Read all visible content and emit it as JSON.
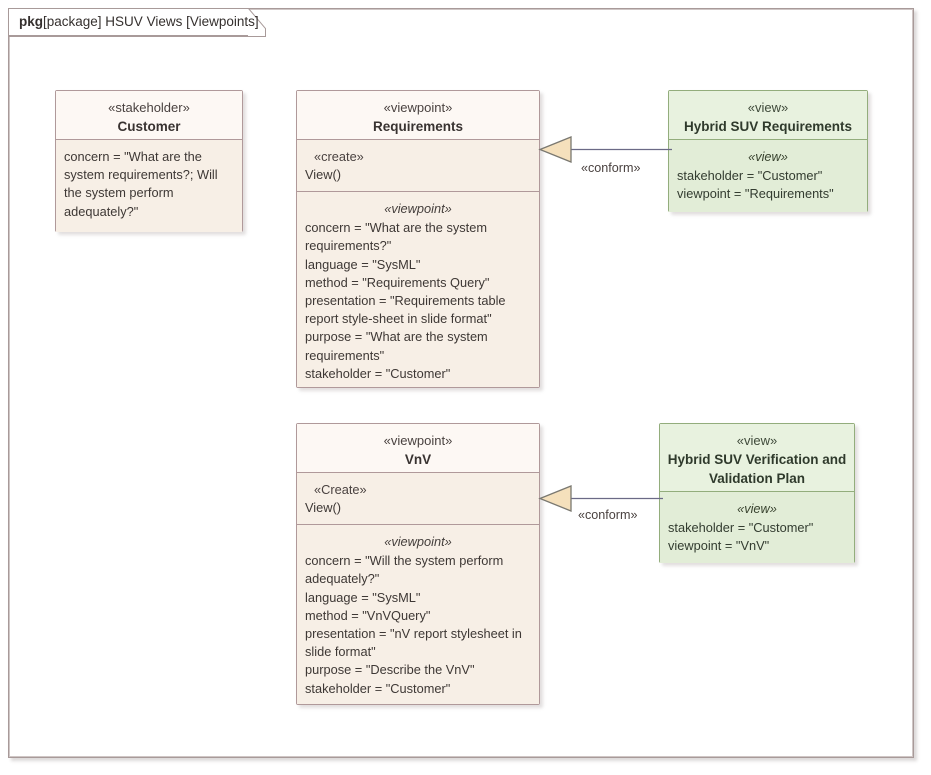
{
  "diagram": {
    "frame_kind": "pkg",
    "frame_title": "[package] HSUV Views [Viewpoints]",
    "colors": {
      "beige_header": "#FDF8F4",
      "beige_body": "#F7EFE6",
      "beige_border": "#B0999A",
      "green_header": "#E8F2DF",
      "green_body": "#E2EDD7",
      "green_border": "#93AD7C",
      "frame_border": "#A89A99",
      "text": "#3E3835",
      "arrow_fill": "#F5E0BC"
    }
  },
  "nodes": {
    "customer": {
      "stereotype": "«stakeholder»",
      "name": "Customer",
      "properties": [
        "concern = \"What are the system requirements?; Will the system perform adequately?\""
      ]
    },
    "requirements_viewpoint": {
      "stereotype": "«viewpoint»",
      "name": "Requirements",
      "operation_stereotype": "«create»",
      "operation_name": "View()",
      "properties_stereotype": "«viewpoint»",
      "properties": [
        "concern = \"What are the system requirements?\"",
        "language = \"SysML\"",
        "method = \"Requirements Query\"",
        "presentation = \"Requirements table report style-sheet in slide format\"",
        "purpose = \"What are the system requirements\"",
        "stakeholder = \"Customer\""
      ]
    },
    "vnv_viewpoint": {
      "stereotype": "«viewpoint»",
      "name": "VnV",
      "operation_stereotype": "«Create»",
      "operation_name": "View()",
      "properties_stereotype": "«viewpoint»",
      "properties": [
        "concern = \"Will the system perform adequately?\"",
        "language = \"SysML\"",
        "method = \"VnVQuery\"",
        "presentation = \"nV report stylesheet in slide format\"",
        "purpose = \"Describe the VnV\"",
        "stakeholder = \"Customer\""
      ]
    },
    "hsuv_requirements_view": {
      "stereotype": "«view»",
      "name": "Hybrid SUV Requirements",
      "properties_stereotype": "«view»",
      "properties": [
        "stakeholder = \"Customer\"",
        "viewpoint = \"Requirements\""
      ]
    },
    "hsuv_vnv_view": {
      "stereotype": "«view»",
      "name": "Hybrid SUV Verification and Validation Plan",
      "properties_stereotype": "«view»",
      "properties": [
        "stakeholder = \"Customer\"",
        "viewpoint = \"VnV\""
      ]
    }
  },
  "connectors": {
    "conform_requirements": {
      "label": "«conform»"
    },
    "conform_vnv": {
      "label": "«conform»"
    }
  }
}
